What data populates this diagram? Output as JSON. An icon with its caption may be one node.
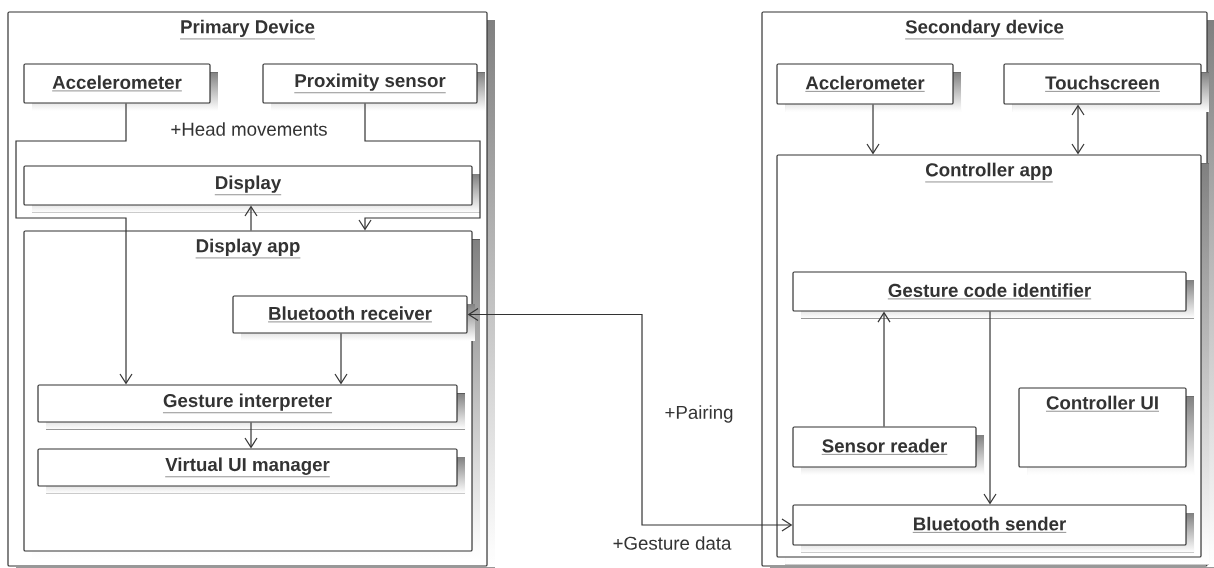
{
  "diagram": {
    "nodes": [
      {
        "text": [
          "Primary Device"
        ]
      },
      {
        "text": [
          "Accelerometer"
        ],
        "in": 0
      },
      {
        "text": [
          "Proximity sensor"
        ],
        "in": 0
      },
      {
        "text": [
          "Display"
        ],
        "in": 0
      },
      {
        "text": [
          "Display app"
        ],
        "in": 0
      },
      {
        "text": [
          "Bluetooth receiver"
        ],
        "in": 4
      },
      {
        "text": [
          "Gesture interpreter"
        ],
        "in": 4
      },
      {
        "text": [
          "Virtual UI manager"
        ],
        "in": 4
      },
      {
        "text": [
          "Secondary device"
        ]
      },
      {
        "text": [
          "Acclerometer"
        ],
        "in": 8
      },
      {
        "text": [
          "Touchscreen"
        ],
        "in": 8
      },
      {
        "text": [
          "Controller app"
        ],
        "in": 8
      },
      {
        "text": [
          "Gesture code identifier"
        ],
        "in": 11
      },
      {
        "text": [
          "Sensor reader"
        ],
        "in": 11
      },
      {
        "text": [
          "Controller UI"
        ],
        "in": 11
      },
      {
        "text": [
          "Bluetooth sender"
        ],
        "in": 11
      }
    ],
    "edges": [
      {
        "from": 1,
        "to": 6,
        "arrow": "to"
      },
      {
        "from": 2,
        "to": 4,
        "arrow": "to",
        "label": "+Head movements"
      },
      {
        "from": 4,
        "to": 3,
        "arrow": "to"
      },
      {
        "from": 5,
        "to": 6,
        "arrow": "to"
      },
      {
        "from": 6,
        "to": 7,
        "arrow": "to"
      },
      {
        "from": 5,
        "to": 15,
        "arrow": "both",
        "label": "+Pairing"
      },
      {
        "from": 9,
        "to": 11,
        "arrow": "to"
      },
      {
        "from": 10,
        "to": 11,
        "arrow": "both"
      },
      {
        "from": 13,
        "to": 12,
        "arrow": "to"
      },
      {
        "from": 12,
        "to": 15,
        "arrow": "to"
      }
    ],
    "labels": [
      "+Gesture data"
    ]
  }
}
